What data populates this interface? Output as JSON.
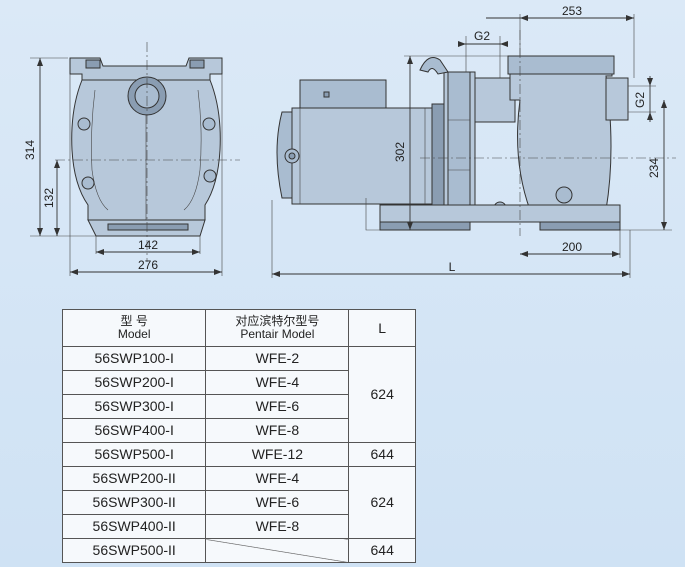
{
  "dimensions": {
    "front_height_total": "314",
    "front_height_center": "132",
    "front_width_base": "142",
    "front_width_total": "276",
    "side_top_width": "253",
    "side_outlet_g2": "G2",
    "side_inlet_g2": "G2",
    "side_height_outlet": "302",
    "side_height_inlet": "234",
    "side_base_length": "200",
    "side_total_length": "L"
  },
  "table": {
    "headers": {
      "model_cn": "型 号",
      "model_en": "Model",
      "pentair_cn": "对应滨特尔型号",
      "pentair_en": "Pentair Model",
      "length": "L"
    },
    "rows": [
      {
        "model": "56SWP100-I",
        "pentair": "WFE-2"
      },
      {
        "model": "56SWP200-I",
        "pentair": "WFE-4"
      },
      {
        "model": "56SWP300-I",
        "pentair": "WFE-6"
      },
      {
        "model": "56SWP400-I",
        "pentair": "WFE-8"
      },
      {
        "model": "56SWP500-I",
        "pentair": "WFE-12"
      },
      {
        "model": "56SWP200-II",
        "pentair": "WFE-4"
      },
      {
        "model": "56SWP300-II",
        "pentair": "WFE-6"
      },
      {
        "model": "56SWP400-II",
        "pentair": "WFE-8"
      },
      {
        "model": "56SWP500-II",
        "pentair": ""
      }
    ],
    "length_groups": [
      "624",
      "644",
      "624",
      "644"
    ]
  }
}
